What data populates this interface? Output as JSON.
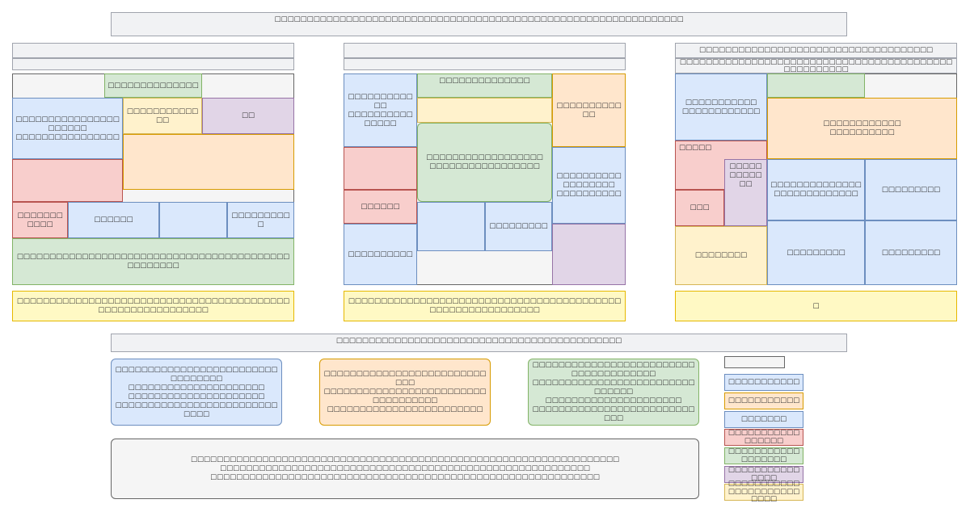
{
  "title": "□□□□□□□□□□□□□□□□□□□□□□□□□□□□□□□□□□□□□□□□□□□□□□□□□□□□□□□□□□□□□□□",
  "col1": {
    "a": "□□□□□□□□□□□□□□",
    "b1": "□□□□□□□□□□□□□□□□□□□□□□",
    "b2": "□□□□□□□□□□□□□□□□",
    "c": "□□□□□□□□□□□□□",
    "d": "□□",
    "e": "□□□□□□□□□□□",
    "f": "□□□□□□",
    "g": "□□□□□□□□□□",
    "h": "□□□□□□□□□□□□□□□□□□□□□□□□□□□□□□□□□□□□□□□□□□□□□□□□□□",
    "note": "□□□□□□□□□□□□□□□□□□□□□□□□□□□□□□□□□□□□□□□□□□□□□□□□□□□□□□□□□□□"
  },
  "col2": {
    "a1": "□□□□□□□□□□□□",
    "a2": "□□□□□□□□□□□□□□□",
    "b": "□□□□□□□□□□□□□□",
    "c": "□□□□□□□□□□□□",
    "d1": "□□□□□□□□□□□□□□□□□□",
    "d2": "□□□□□□□□□□□□□□□□□",
    "e1": "□□□□□□□□□□□□□□□□□□",
    "e2": "□□□□□□□□□□",
    "f": "□□□□□□",
    "g": "□□□□□□□□□",
    "h": "□□□□□□□□□□",
    "note": "□□□□□□□□□□□□□□□□□□□□□□□□□□□□□□□□□□□□□□□□□□□□□□□□□□□□□□□□□□□"
  },
  "col3": {
    "h1": "□□□□□□□□□□□□□□□□□□□□□□□□□□□□□□□□□□□□",
    "h2": "□□□□□□□□□□□□□□□□□□□□□□□□□□□□□□□□□□□□□□□□□□□□□□□□□□□□",
    "a1": "□□□□□□□□□□□",
    "a2": "□□□□□□□□□□□□",
    "b1": "□□□□□□□□□□□□",
    "b2": "□□□□□□□□□□",
    "c": "□□□□□",
    "d": "□□□□□□□□□□□□",
    "e1": "□□□□□□□□□□□□□□",
    "e2": "□□□□□□□□□□□□□",
    "f": "□□□□□□□□□",
    "g": "□□□",
    "h": "□□□□□□□□□",
    "i": "□□□□□□□□□",
    "j": "□□□□□□□□",
    "note": "□"
  },
  "section2": "□□□□□□□□□□□□□□□□□□□□□□□□□□□□□□□□□□□□□□□□□□□□",
  "cards": [
    {
      "lines": [
        "□□□□□□□□□□□□□□□□□□□□□□□□□□□□□□□□□",
        "□□□□□□□□□□□□□□□□□□□□□",
        "□□□□□□□□□□□□□□□□□□□□□",
        "□□□□□□□□□□□□□□□□□□□□□□□□□□□□□"
      ]
    },
    {
      "lines": [
        "□□□□□□□□□□□□□□□□□□□□□□□□□□□□",
        "□□□□□□□□□□□□□□□□□□□□□□□□□□□□□□□□□□□",
        "□□□□□□□□□□□□□□□□□□□□□□□□"
      ]
    },
    {
      "lines": [
        "□□□□□□□□□□□□□□□□□□□□□□□□□□□□□□□□□□□□□□",
        "□□□□□□□□□□□□□□□□□□□□□□□□□□□□□□□",
        "□□□□□□□□□□□□□□□□□□□□□",
        "□□□□□□□□□□□□□□□□□□□□□□□□□□□□"
      ]
    }
  ],
  "notes": [
    "□□□□□□□□□□□□□□□□□□□□□□□□□□□□□□□□□□□□□□□□□□□□□□□□□□□□□□□□□□□□□□□□□□",
    "□□□□□□□□□□□□□□□□□□□□□□□□□□□□□□□□□□□□□□□□□□□□□□□□□□□□□□□□□",
    "□□□□□□□□□□□□□□□□□□□□□□□□□□□□□□□□□□□□□□□□□□□□□□□□□□□□□□□□□□□□"
  ],
  "legend": [
    "",
    "□□□□□□□□□□□",
    "□□□□□□□□□□□",
    "□□□□□□□",
    "□□□□□□□□□□□□□□□□□",
    "□□□□□□□□□□□□□□□□□□",
    "□□□□□□□□□□□□□□□",
    "□□□□□□□□□□□□□□□□□□□□□□□□□□"
  ],
  "legend_colors": [
    "gray",
    "blue",
    "orange",
    "blue",
    "red",
    "green",
    "purple",
    "yellow"
  ]
}
